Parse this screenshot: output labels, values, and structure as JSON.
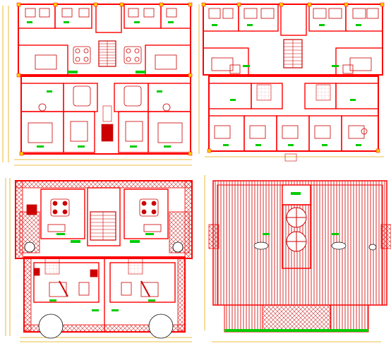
{
  "sheet": {
    "background": "#ffffff",
    "palette": {
      "wall": "#ff0000",
      "structure": "#ffcc00",
      "dimension": "#e6a800",
      "furniture": "#cc0000",
      "tag": "#00cc00",
      "ink": "#000000",
      "roof_fill": "#e85a5a",
      "hatch": "#cc3333"
    }
  },
  "panels": [
    {
      "id": "ground-floor-plan",
      "kind": "floor-plan",
      "units_across": 4,
      "has_stairs": true
    },
    {
      "id": "upper-floor-plan",
      "kind": "floor-plan",
      "units_across": 4,
      "has_stairs": true
    },
    {
      "id": "third-floor-plan",
      "kind": "floor-plan",
      "units_across": 2,
      "has_stairs": true,
      "has_circular_planters": true
    },
    {
      "id": "roof-plan",
      "kind": "roof-plan",
      "has_water_tanks": 2,
      "has_skylights": 3
    }
  ]
}
